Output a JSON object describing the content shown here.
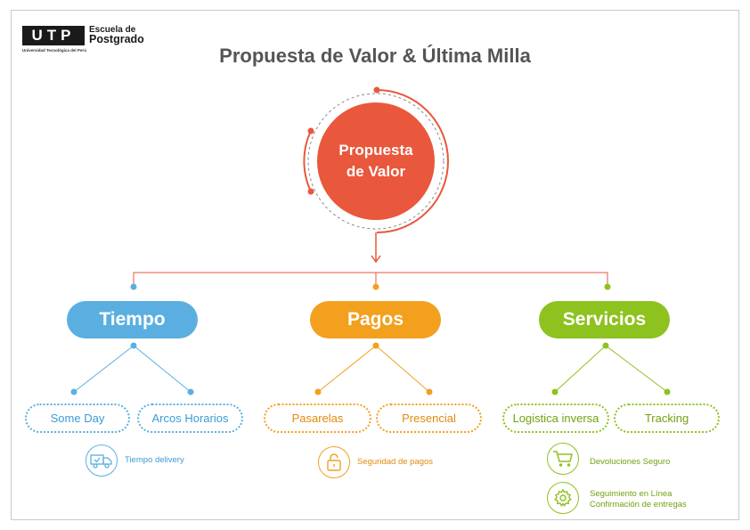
{
  "logo": {
    "mark": "UTP",
    "line1": "Escuela de",
    "line2": "Postgrado",
    "subtitle": "Universidad Tecnológica del Perú"
  },
  "title": "Propuesta de Valor & Última Milla",
  "center": {
    "label": "Propuesta\nde Valor",
    "color": "#e9573c"
  },
  "branches": [
    {
      "label": "Tiempo",
      "color": "#5aafe0",
      "items": [
        "Some Day",
        "Arcos Horarios"
      ],
      "features": [
        {
          "icon": "delivery-truck-icon",
          "text": "Tiempo delivery"
        }
      ]
    },
    {
      "label": "Pagos",
      "color": "#f2a01e",
      "items": [
        "Pasarelas",
        "Presencial"
      ],
      "features": [
        {
          "icon": "padlock-icon",
          "text": "Seguridad de pagos"
        }
      ]
    },
    {
      "label": "Servicios",
      "color": "#8dc21f",
      "items": [
        "Logistica inversa",
        "Tracking"
      ],
      "features": [
        {
          "icon": "shopping-cart-icon",
          "text": "Devoluciones Seguro"
        },
        {
          "icon": "gear-icon",
          "text": "Seguimiento en Línea",
          "text2": "Confirmación de entregas"
        }
      ]
    }
  ]
}
